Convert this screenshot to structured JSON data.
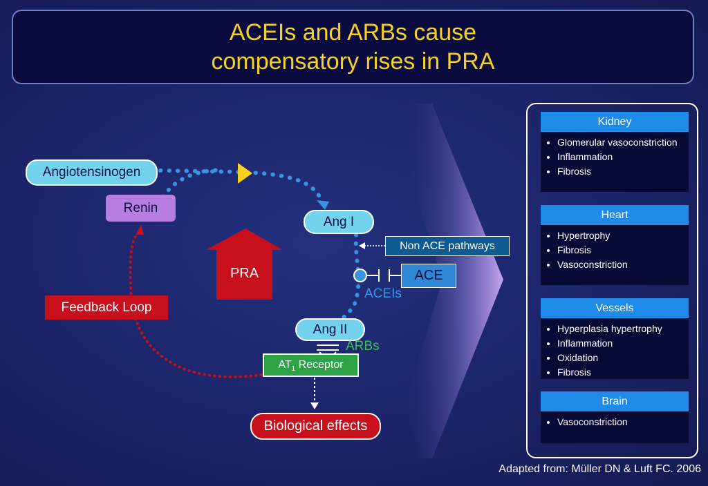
{
  "title": {
    "line1": "ACEIs and ARBs cause",
    "line2": "compensatory rises in PRA"
  },
  "diagram": {
    "angiotensinogen": "Angiotensinogen",
    "renin": "Renin",
    "ang1": "Ang I",
    "ang2": "Ang II",
    "non_ace": "Non ACE pathways",
    "ace": "ACE",
    "aceis": "ACEIs",
    "arbs": "ARBs",
    "at1_prefix": "AT",
    "at1_sub": "1",
    "at1_suffix": " Receptor",
    "pra": "PRA",
    "feedback": "Feedback Loop",
    "bio": "Biological effects"
  },
  "organs": [
    {
      "name": "Kidney",
      "effects": [
        "Glomerular vasoconstriction",
        "Inflammation",
        "Fibrosis"
      ]
    },
    {
      "name": "Heart",
      "effects": [
        "Hypertrophy",
        "Fibrosis",
        "Vasoconstriction"
      ]
    },
    {
      "name": "Vessels",
      "effects": [
        "Hyperplasia hypertrophy",
        "Inflammation",
        "Oxidation",
        "Fibrosis"
      ]
    },
    {
      "name": "Brain",
      "effects": [
        "Vasoconstriction"
      ]
    }
  ],
  "footer": "Adapted from: Müller DN & Luft FC. 2006",
  "colors": {
    "title_text": "#f6d21d",
    "cyan_node": "#73d3ef",
    "renin": "#b67de3",
    "red": "#c8101c",
    "card_header": "#1f8ae8",
    "aceis_text": "#2f9be8",
    "arbs_text": "#3fbf57"
  }
}
